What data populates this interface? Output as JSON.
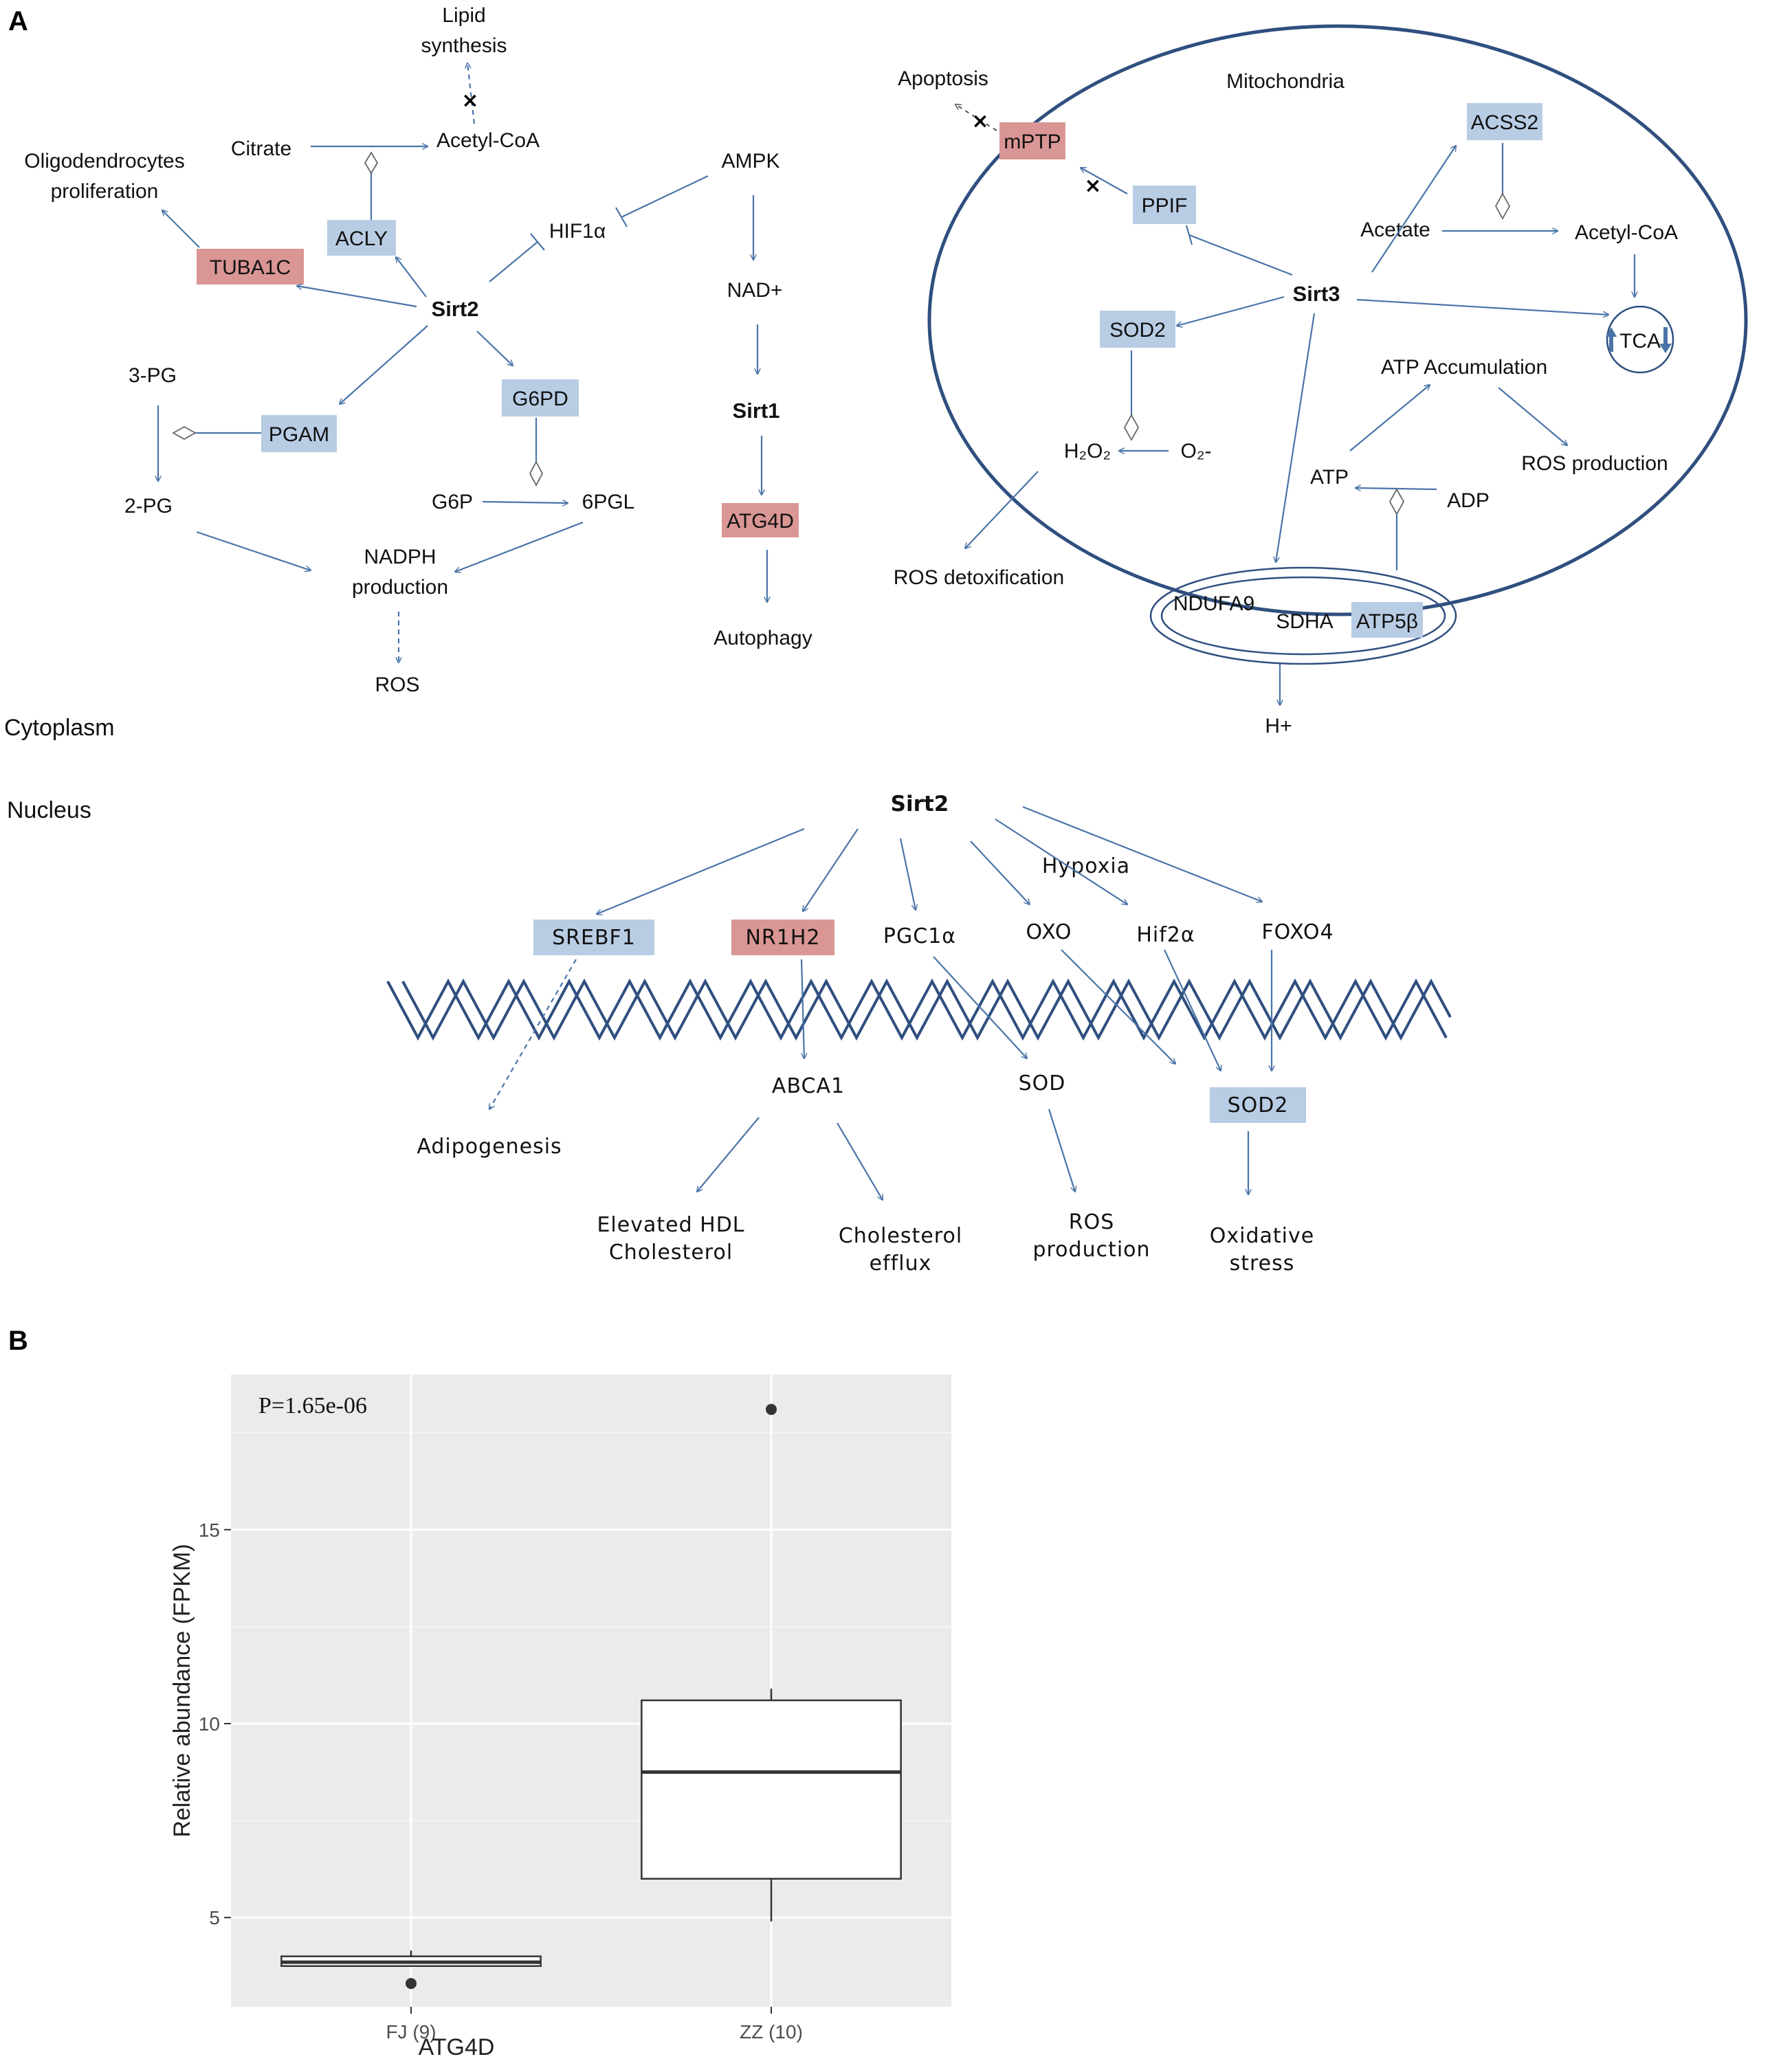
{
  "panel_a": {
    "label": "A",
    "cytoplasm": {
      "region_label": "Cytoplasm",
      "nodes": {
        "lipid_synthesis": [
          "Lipid",
          "synthesis"
        ],
        "acetyl_coa": "Acetyl-CoA",
        "citrate": "Citrate",
        "oligo": [
          "Oligodendrocytes",
          "proliferation"
        ],
        "acly": "ACLY",
        "tuba1c": "TUBA1C",
        "hif1a": "HIF1α",
        "ampk": "AMPK",
        "nad": "NAD+",
        "sirt1": "Sirt1",
        "atg4d": "ATG4D",
        "autophagy": "Autophagy",
        "sirt2": "Sirt2",
        "g6pd": "G6PD",
        "pg3": "3-PG",
        "pgam": "PGAM",
        "pg2": "2-PG",
        "g6p": "G6P",
        "pgl6": "6PGL",
        "nadph": [
          "NADPH",
          "production"
        ],
        "ros": "ROS"
      }
    },
    "mitochondria": {
      "title": "Mitochondria",
      "nodes": {
        "apoptosis": "Apoptosis",
        "mptp": "mPTP",
        "ppif": "PPIF",
        "acss2": "ACSS2",
        "acetate": "Acetate",
        "acetyl_coa": "Acetyl-CoA",
        "sirt3": "Sirt3",
        "sod2": "SOD2",
        "tca": "TCA",
        "atp_accum": "ATP Accumulation",
        "ros_production": "ROS production",
        "h2o2": "H₂O₂",
        "o2": "O₂-",
        "atp": "ATP",
        "adp": "ADP",
        "ros_detox": "ROS detoxification",
        "ndufa9": "NDUFA9",
        "sdha": "SDHA",
        "atp5b": "ATP5β",
        "h_plus": "H+"
      }
    },
    "nucleus": {
      "region_label": "Nucleus",
      "nodes": {
        "sirt2": "Sirt2",
        "hypoxia": "Hypoxia",
        "srebf1": "SREBF1",
        "nr1h2": "NR1H2",
        "pgc1a": "PGC1α",
        "oxo": "OXO",
        "hif2a": "Hif2α",
        "foxo4": "FOXO4",
        "abca1": "ABCA1",
        "sod": "SOD",
        "sod2": "SOD2",
        "adipogenesis": "Adipogenesis",
        "hdl": [
          "Elevated HDL",
          "Cholesterol"
        ],
        "efflux": [
          "Cholesterol",
          "efflux"
        ],
        "ros_production": [
          "ROS",
          "production"
        ],
        "oxidative_stress": [
          "Oxidative",
          "stress"
        ]
      }
    },
    "colors": {
      "arrow": "#4a74a8",
      "membrane": "#2f4f7f",
      "dna": "#2f4f7f",
      "blue_box": "#b8cce4",
      "red_box": "#d99694",
      "text": "#111111"
    }
  },
  "panel_b": {
    "label": "B",
    "chart_data": {
      "type": "box",
      "categories": [
        "FJ (9)",
        "ZZ (10)"
      ],
      "xlabel": "ATG4D",
      "ylabel": "Relative abundance (FPKM)",
      "annotation": "P=1.65e-06",
      "ylim": [
        2.7,
        19
      ],
      "yticks": [
        5,
        10,
        15
      ],
      "grid": true,
      "boxes": [
        {
          "category": "FJ (9)",
          "q1": 3.75,
          "median": 3.85,
          "q3": 4.0,
          "whisker_low": 3.75,
          "whisker_high": 4.15,
          "outliers": [
            3.3
          ]
        },
        {
          "category": "ZZ (10)",
          "q1": 6.0,
          "median": 8.75,
          "q3": 10.6,
          "whisker_low": 4.9,
          "whisker_high": 10.9,
          "outliers": [
            18.1
          ]
        }
      ],
      "colors": {
        "panel_bg": "#ebebeb",
        "grid_major": "#ffffff",
        "box_fill": "#ffffff",
        "box_line": "#333333",
        "axis_text": "#4d4d4d"
      }
    }
  }
}
